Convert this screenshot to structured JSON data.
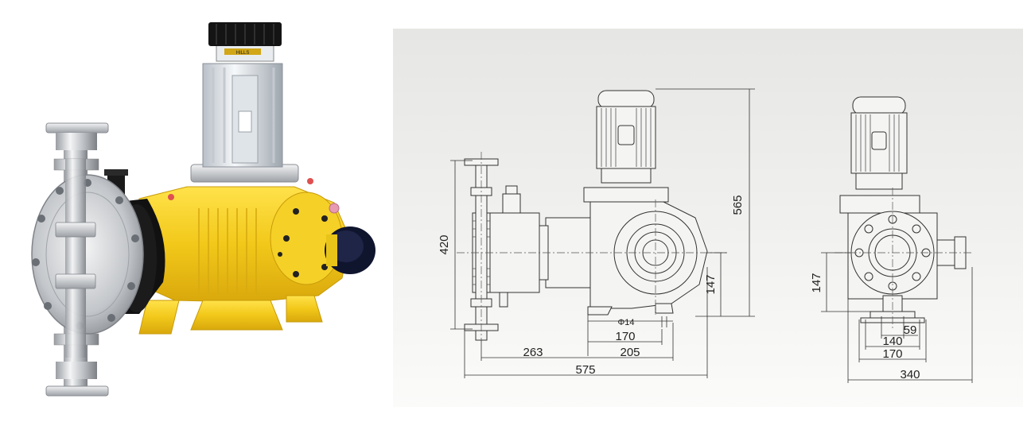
{
  "photo": {
    "label_plate": "HILLS"
  },
  "dimensions": {
    "height_total": "565",
    "inlet_outlet_span": "420",
    "axis_height_side": "147",
    "axis_height_front": "147",
    "bolt_hole": "Φ14",
    "base_inner": "170",
    "base_outer": "205",
    "offset": "263",
    "length_total": "575",
    "front_small": "59",
    "front_inner": "140",
    "front_base": "170",
    "front_width": "340"
  },
  "colors": {
    "pump_body": "#f2cc1a",
    "drawing_bg": "#ececea",
    "line": "#333333"
  }
}
